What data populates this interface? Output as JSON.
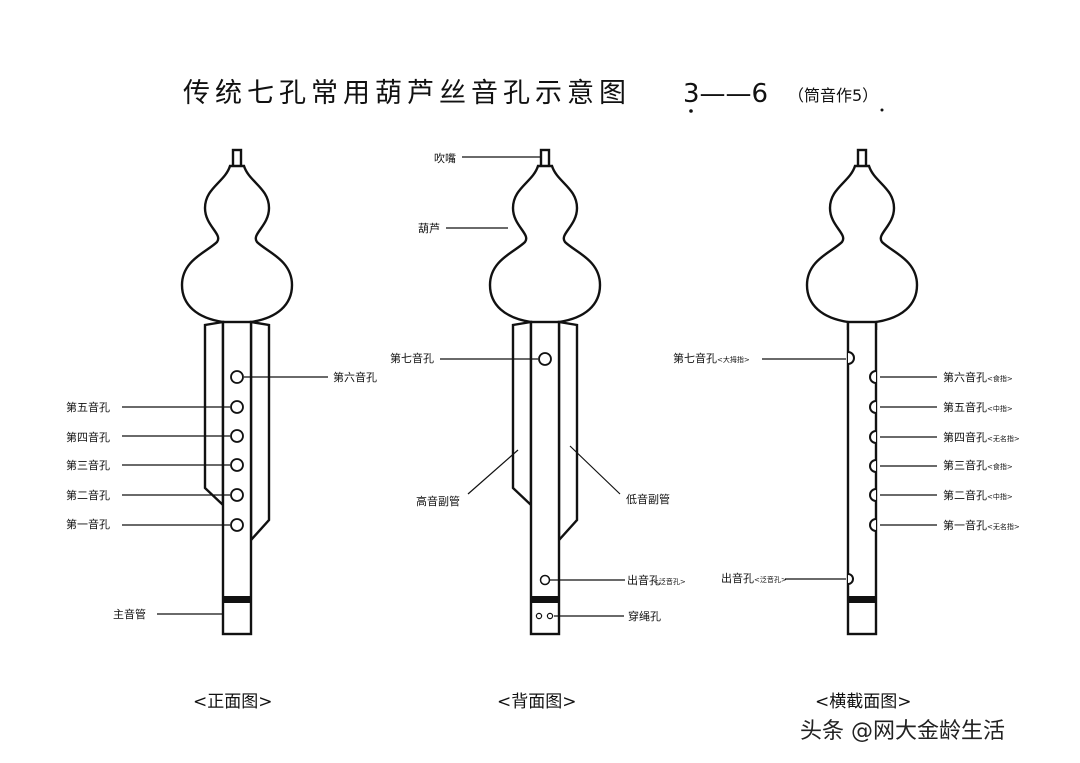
{
  "title": {
    "main": "传统七孔常用葫芦丝音孔示意图",
    "key": "3——6",
    "note": "（筒音作5）"
  },
  "front": {
    "caption": "<正面图>",
    "labels": {
      "hole6": "第六音孔",
      "hole5": "第五音孔",
      "hole4": "第四音孔",
      "hole3": "第三音孔",
      "hole2": "第二音孔",
      "hole1": "第一音孔",
      "main_pipe": "主音管"
    }
  },
  "back": {
    "caption": "<背面图>",
    "labels": {
      "mouthpiece": "吹嘴",
      "gourd": "葫芦",
      "hole7": "第七音孔",
      "high_pipe": "高音副管",
      "low_pipe": "低音副管",
      "exit_hole": "出音孔",
      "exit_note": "<泛音孔>",
      "string_hole": "穿绳孔"
    }
  },
  "side": {
    "caption": "<横截面图>",
    "labels": [
      {
        "name": "第七音孔",
        "finger": "<大拇指>"
      },
      {
        "name": "第六音孔",
        "finger": "<食指>"
      },
      {
        "name": "第五音孔",
        "finger": "<中指>"
      },
      {
        "name": "第四音孔",
        "finger": "<无名指>"
      },
      {
        "name": "第三音孔",
        "finger": "<食指>"
      },
      {
        "name": "第二音孔",
        "finger": "<中指>"
      },
      {
        "name": "第一音孔",
        "finger": "<无名指>"
      },
      {
        "name": "出音孔",
        "finger": "<泛音孔>"
      }
    ]
  },
  "watermark": "头条 @网大金龄生活"
}
